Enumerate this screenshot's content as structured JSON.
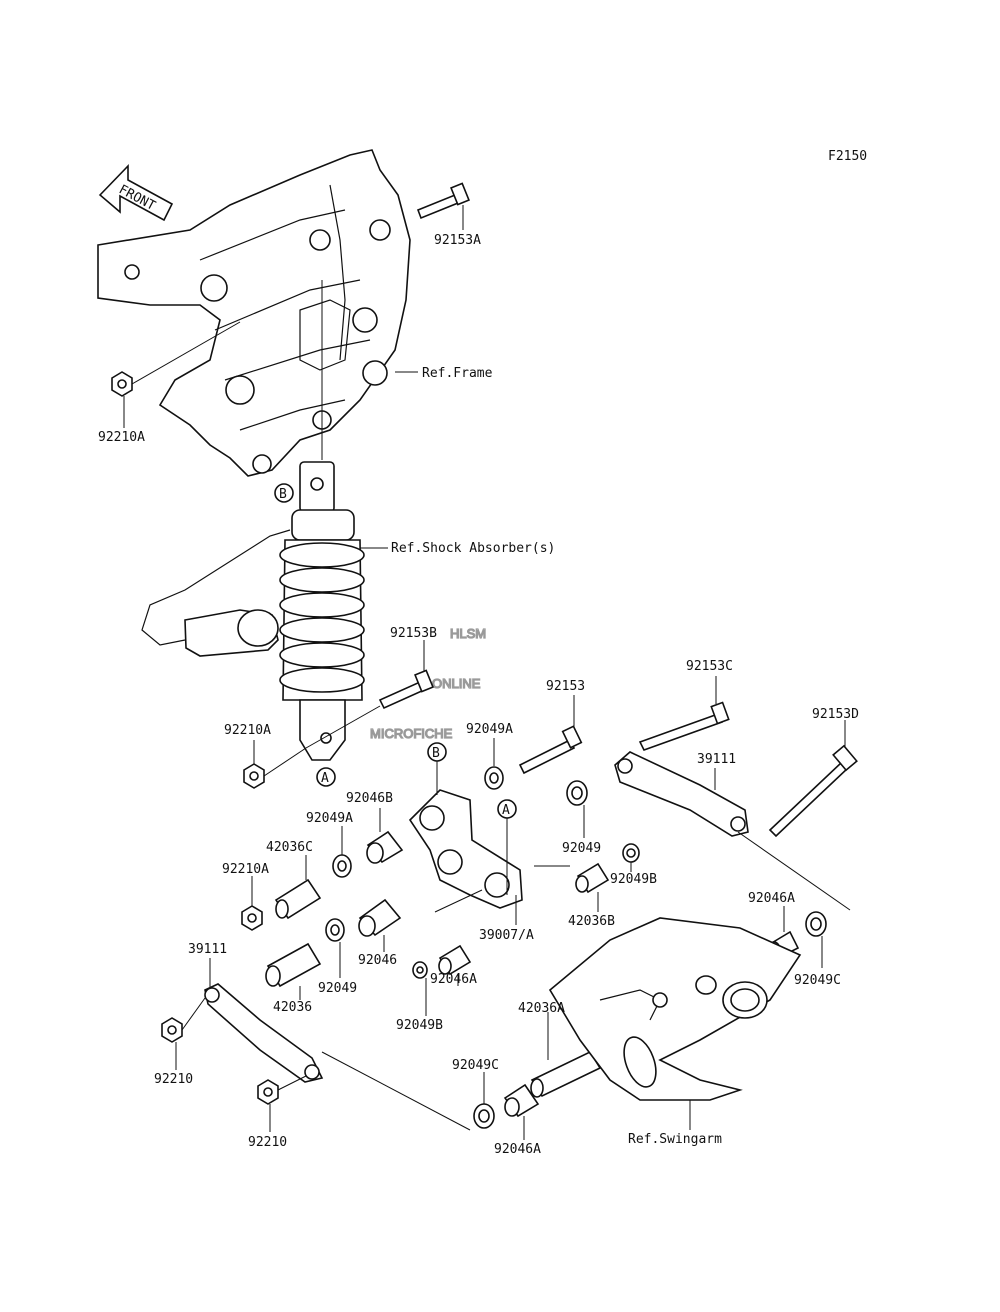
{
  "diagram_code": "F2150",
  "front_label": "FRONT",
  "watermark": [
    "HLSM",
    "ONLINE",
    "MICROFICHE"
  ],
  "callouts": {
    "A": "A",
    "B": "B"
  },
  "ref_labels": {
    "frame": "Ref.Frame",
    "shock": "Ref.Shock Absorber(s)",
    "swingarm": "Ref.Swingarm"
  },
  "parts": {
    "p92153A": "92153A",
    "p92210A_1": "92210A",
    "p92153B": "92153B",
    "p92210A_2": "92210A",
    "p92153": "92153",
    "p92153C": "92153C",
    "p92153D": "92153D",
    "p92049A_1": "92049A",
    "p39111_1": "39111",
    "p92046B": "92046B",
    "p92049A_2": "92049A",
    "p92049": "92049",
    "p42036C": "42036C",
    "p92210A_3": "92210A",
    "p92049B_1": "92049B",
    "p42036B": "42036B",
    "p39007A": "39007/A",
    "p92046A_1": "92046A",
    "p39111_2": "39111",
    "p92046": "92046",
    "p92049C_1": "92049C",
    "p92049_2": "92049",
    "p92046A_2": "92046A",
    "p42036": "42036",
    "p92049B_2": "92049B",
    "p92210_1": "92210",
    "p42036A": "42036A",
    "p92049C_2": "92049C",
    "p92210_2": "92210",
    "p92046A_3": "92046A"
  }
}
